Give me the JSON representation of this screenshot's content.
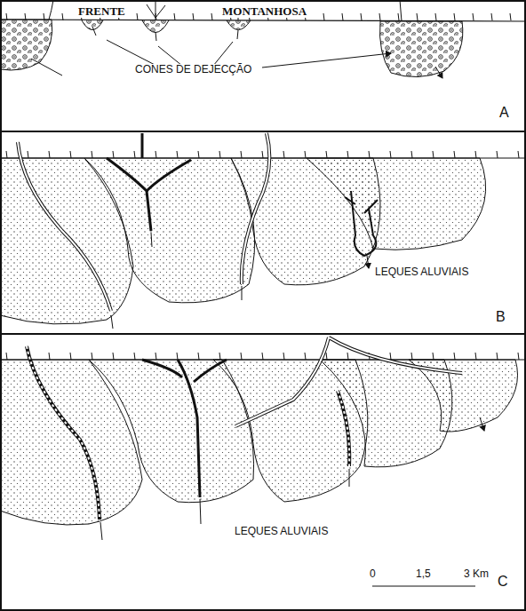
{
  "diagram": {
    "labels": [
      "FRENTE",
      "MONTANHOSA",
      "CONES DE DEJECÇÃO",
      "A",
      "LEQUES ALUVIAIS",
      "B",
      "LEQUES ALUVIAIS",
      "C",
      "0",
      "1,5",
      "3 Km"
    ]
  }
}
